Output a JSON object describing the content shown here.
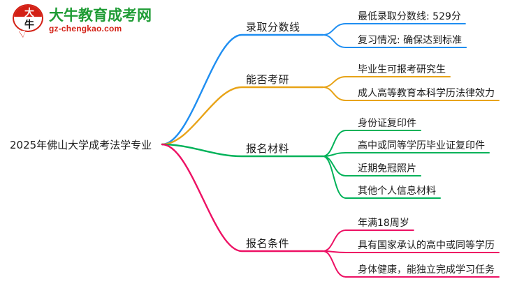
{
  "logo": {
    "mark_top_char": "大",
    "mark_bottom_char": "牛",
    "title": "大牛教育成考网",
    "subtitle": "gz-chengkao.com",
    "title_color": "#1f9c35",
    "subtitle_color": "#d32015",
    "mark_color": "#d32015"
  },
  "mindmap": {
    "root": "2025年佛山大学成考法学专业",
    "branches": [
      {
        "label": "录取分数线",
        "color": "#1f8ef1",
        "leaves": [
          "最低录取分数线: 529分",
          "复习情况: 确保达到标准"
        ]
      },
      {
        "label": "能否考研",
        "color": "#e8a317",
        "leaves": [
          "毕业生可报考研究生",
          "成人高等教育本科学历法律效力"
        ]
      },
      {
        "label": "报名材料",
        "color": "#00b259",
        "leaves": [
          "身份证复印件",
          "高中或同等学历毕业证复印件",
          "近期免冠照片",
          "其他个人信息材料"
        ]
      },
      {
        "label": "报名条件",
        "color": "#ed1164",
        "leaves": [
          "年满18周岁",
          "具有国家承认的高中或同等学历",
          "身体健康，能独立完成学习任务"
        ]
      }
    ]
  }
}
